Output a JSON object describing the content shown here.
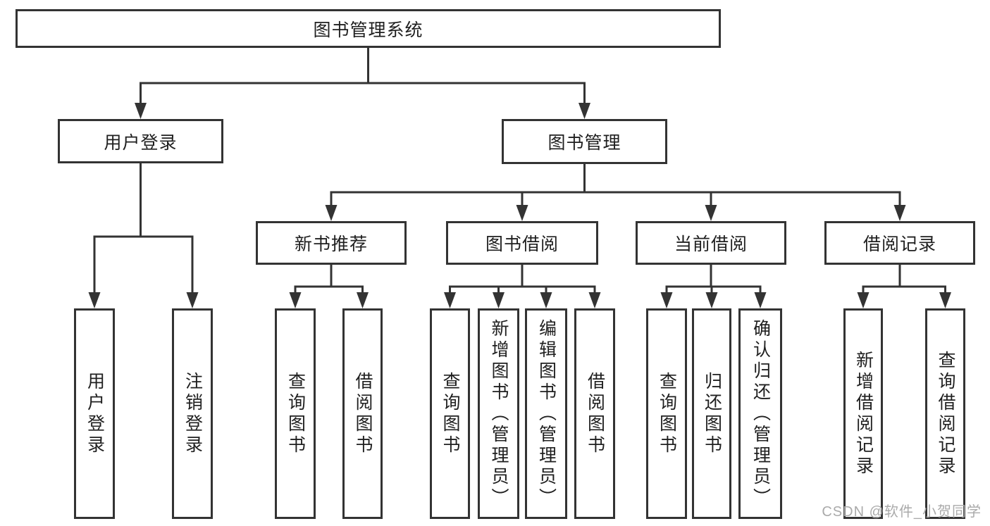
{
  "tree": {
    "root": {
      "label": "图书管理系统"
    },
    "branches": [
      {
        "label": "用户登录",
        "leaves": [
          {
            "label": "用户登录"
          },
          {
            "label": "注销登录"
          }
        ]
      },
      {
        "label": "图书管理",
        "groups": [
          {
            "label": "新书推荐",
            "leaves": [
              {
                "label": "查询图书"
              },
              {
                "label": "借阅图书"
              }
            ]
          },
          {
            "label": "图书借阅",
            "leaves": [
              {
                "label": "查询图书"
              },
              {
                "label": "新增图书（管理员）"
              },
              {
                "label": "编辑图书（管理员）"
              },
              {
                "label": "借阅图书"
              }
            ]
          },
          {
            "label": "当前借阅",
            "leaves": [
              {
                "label": "查询图书"
              },
              {
                "label": "归还图书"
              },
              {
                "label": "确认归还（管理员）"
              }
            ]
          },
          {
            "label": "借阅记录",
            "leaves": [
              {
                "label": "新增借阅记录"
              },
              {
                "label": "查询借阅记录"
              }
            ]
          }
        ]
      }
    ],
    "watermark": "CSDN @软件_小贺同学"
  },
  "colors": {
    "line": "#333333",
    "text": "#1f1f1f",
    "watermark": "#aaaaaa",
    "background": "#ffffff"
  }
}
